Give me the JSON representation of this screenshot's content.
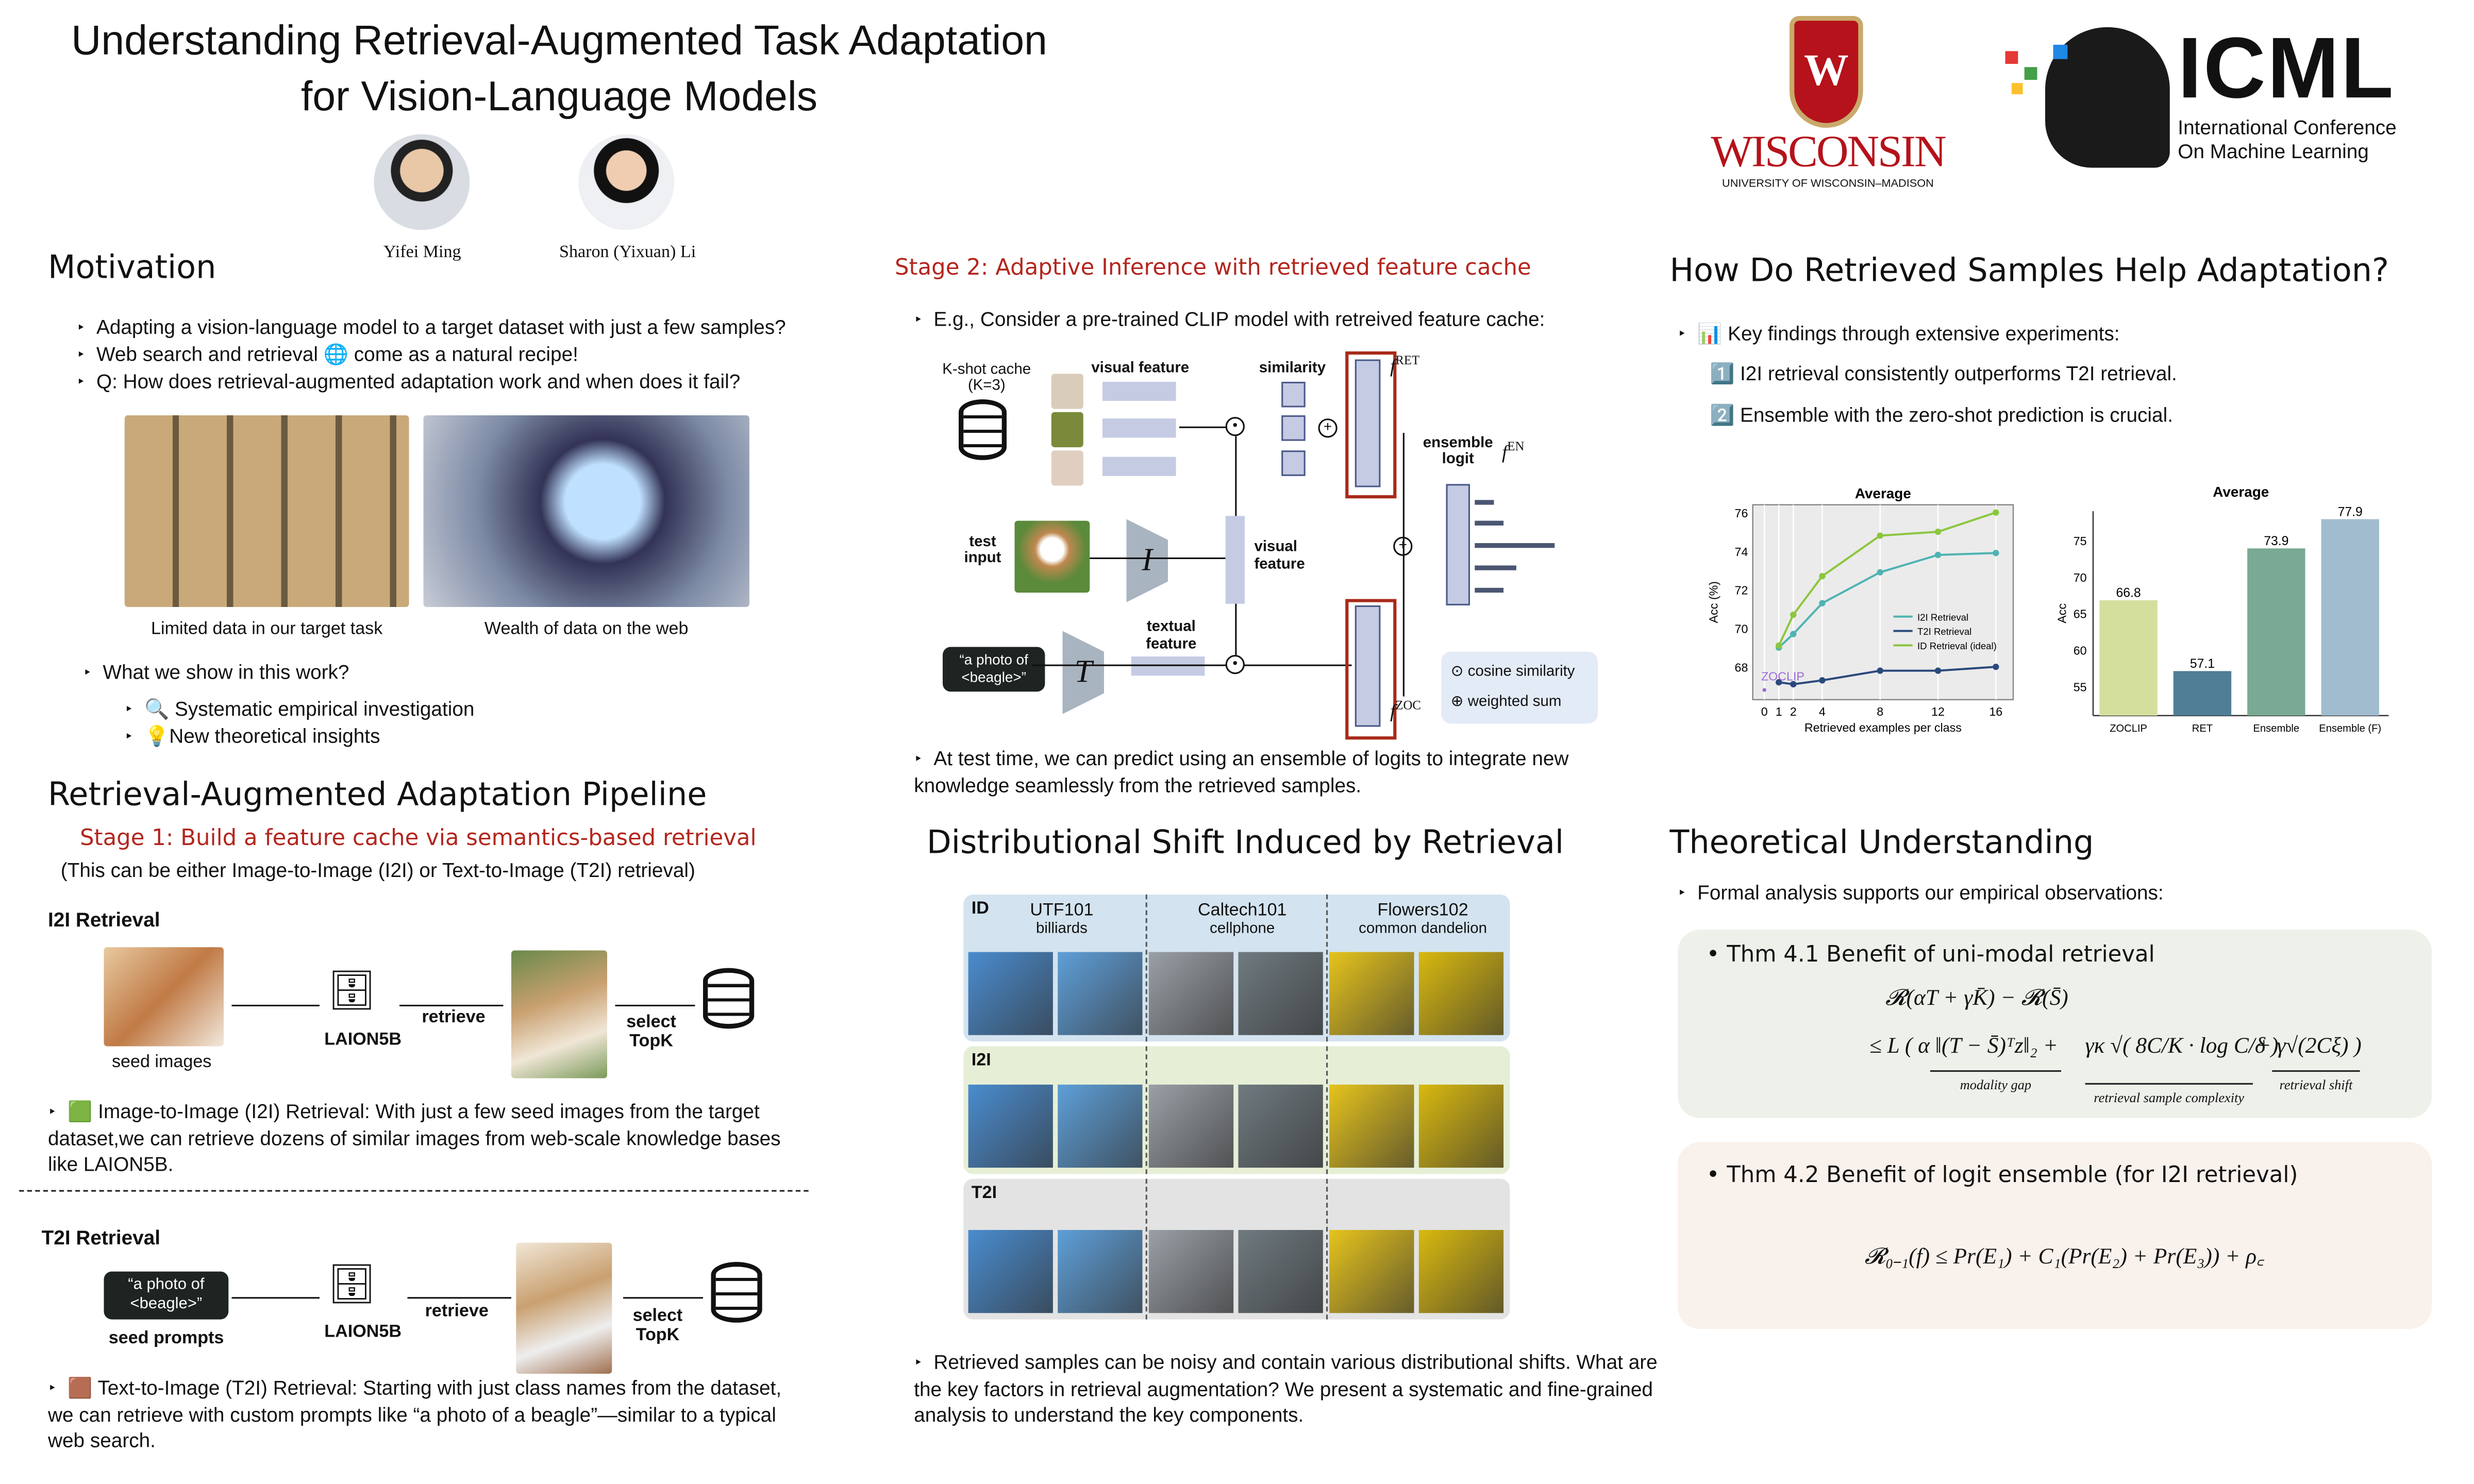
{
  "title": {
    "line1": "Understanding Retrieval-Augmented Task Adaptation",
    "line2": "for Vision-Language Models"
  },
  "authors": [
    "Yifei Ming",
    "Sharon (Yixuan) Li"
  ],
  "logos": {
    "wisconsin": "WISCONSIN",
    "wisconsin_sub": "UNIVERSITY OF WISCONSIN–MADISON",
    "icml": "ICML",
    "icml_sub1": "International Conference",
    "icml_sub2": "On Machine Learning"
  },
  "motivation": {
    "heading": "Motivation",
    "bullets": [
      "Adapting a vision-language model to a target dataset with just a few samples?",
      "Web search and retrieval 🌐 come as a natural recipe!",
      "Q: How does retrieval-augmented adaptation work and when does it fail?"
    ],
    "captions": [
      "Limited data in our target task",
      "Wealth of data on the web"
    ],
    "what_we_show": "What we show in this work?",
    "sub_bullets": [
      "🔍 Systematic empirical investigation",
      "💡New theoretical insights"
    ]
  },
  "pipeline": {
    "heading": "Retrieval-Augmented Adaptation Pipeline",
    "stage1": "Stage 1: Build a feature cache via semantics-based retrieval",
    "stage1_note": "(This can be either Image-to-Image (I2I) or Text-to-Image (T2I) retrieval)",
    "i2i": {
      "label": "I2I Retrieval",
      "seed": "seed images",
      "db": "LAION5B",
      "retrieve": "retrieve",
      "select": "select",
      "topk": "TopK",
      "desc": "🟩 Image-to-Image (I2I) Retrieval: With just a few seed images from the target dataset,we can retrieve dozens of similar images from web-scale knowledge bases like LAION5B."
    },
    "t2i": {
      "label": "T2I Retrieval",
      "prompt": "“a photo of <beagle>”",
      "seed": "seed prompts",
      "db": "LAION5B",
      "retrieve": "retrieve",
      "select": "select",
      "topk": "TopK",
      "desc": "🟫 Text-to-Image (T2I) Retrieval: Starting with just class names from the dataset, we can retrieve with custom prompts like “a photo of a beagle”—similar to a typical web search."
    }
  },
  "stage2": {
    "heading": "Stage 2: Adaptive Inference with retrieved feature cache",
    "intro": "E.g., Consider a pre-trained CLIP model with retreived feature cache:",
    "diagram": {
      "cache": "K-shot cache (K=3)",
      "visual_feature": "visual feature",
      "similarity": "similarity",
      "f_ret": "f",
      "f_ret_sup": "RET",
      "ensemble": "ensemble logit",
      "f_en": "f",
      "f_en_sup": "EN",
      "test_input": "test input",
      "visual_feature2": "visual feature",
      "textual_feature": "textual feature",
      "prompt": "“a photo of <beagle>”",
      "f_zoc": "f",
      "f_zoc_sup": "ZOC",
      "enc_i": "I",
      "enc_t": "T",
      "legend_cos": "cosine similarity",
      "legend_sum": "weighted sum"
    },
    "outro": "At test time, we can predict using an ensemble of logits to integrate new knowledge seamlessly from the retrieved samples."
  },
  "shift": {
    "heading": "Distributional Shift Induced by Retrieval",
    "columns": [
      {
        "name": "UTF101",
        "sub": "billiards"
      },
      {
        "name": "Caltech101",
        "sub": "cellphone"
      },
      {
        "name": "Flowers102",
        "sub": "common dandelion"
      }
    ],
    "rows": [
      "ID",
      "I2I",
      "T2I"
    ],
    "note": "Retrieved samples can be noisy and contain various distributional shifts. What are the key factors in retrieval augmentation? We present a systematic and fine-grained analysis to understand the key components."
  },
  "findings": {
    "heading": "How Do Retrieved Samples Help Adaptation?",
    "intro": "📊 Key findings through extensive experiments:",
    "items": [
      "1️⃣ I2I retrieval consistently outperforms T2I retrieval.",
      "2️⃣ Ensemble with the zero-shot prediction is crucial."
    ]
  },
  "chart_data": [
    {
      "type": "line",
      "title": "Average",
      "xlabel": "Retrieved examples per class",
      "ylabel": "Acc (%)",
      "x": [
        1,
        2,
        4,
        8,
        12,
        16
      ],
      "xticks": [
        0,
        1,
        2,
        4,
        8,
        12,
        16
      ],
      "yticks": [
        68,
        70,
        72,
        74,
        76
      ],
      "ylim": [
        66.3,
        76.4
      ],
      "xlim": [
        -0.8,
        17.2
      ],
      "grid": true,
      "legend": "center-right",
      "series": [
        {
          "name": "I2I Retrieval",
          "color": "#4fb3b3",
          "values": [
            69.0,
            69.7,
            71.3,
            72.9,
            73.8,
            73.9
          ]
        },
        {
          "name": "T2I Retrieval",
          "color": "#2a4a7c",
          "values": [
            67.2,
            67.1,
            67.3,
            67.8,
            67.8,
            68.0
          ]
        },
        {
          "name": "ID Retrieval (ideal)",
          "color": "#8cc63f",
          "values": [
            69.1,
            70.7,
            72.7,
            74.8,
            75.0,
            76.0
          ]
        }
      ],
      "annotation": {
        "text": "ZOCLIP",
        "x": 0,
        "y": 66.8,
        "color": "#9b6bd6"
      }
    },
    {
      "type": "bar",
      "title": "Average",
      "ylabel": "Acc",
      "categories": [
        "ZOCLIP",
        "RET",
        "Ensemble",
        "Ensemble (F)"
      ],
      "values": [
        66.8,
        57.1,
        73.9,
        77.9
      ],
      "colors": [
        "#d4df9e",
        "#4f7e96",
        "#7aa994",
        "#a1bccf"
      ],
      "yticks": [
        55,
        60,
        65,
        70,
        75
      ],
      "ylim": [
        51,
        79
      ]
    }
  ],
  "theory": {
    "heading": "Theoretical Understanding",
    "intro": "Formal analysis supports our empirical observations:",
    "thm1": {
      "title": "• Thm 4.1 Benefit of uni-modal retrieval",
      "lhs": "𝓡(αT + γK̄) − 𝓡(S̄)",
      "rhs_a": "≤ L ( α ‖(T − S̄)ᵀz‖₂ +",
      "rhs_b": "γκ √( 8C/K · log C/δ )",
      "rhs_c": "+ γ√(2Cξ) )",
      "brace_a": "modality gap",
      "brace_b": "retrieval sample complexity",
      "brace_c": "retrieval shift"
    },
    "thm2": {
      "title": "• Thm 4.2 Benefit of logit ensemble (for I2I retrieval)",
      "formula": "𝓡₀₋₁(f) ≤ Pr(E₁) + C₁(Pr(E₂) + Pr(E₃)) + ρ꜀"
    }
  }
}
